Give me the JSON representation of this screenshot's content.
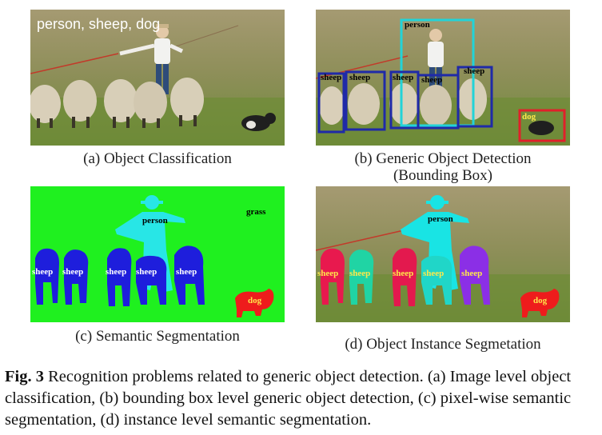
{
  "panels": {
    "a": {
      "overlay_text": "person, sheep, dog",
      "caption": "(a) Object Classification"
    },
    "b": {
      "labels": [
        "person",
        "sheep",
        "sheep",
        "sheep",
        "sheep",
        "sheep",
        "dog"
      ],
      "caption_line1": "(b) Generic Object Detection",
      "caption_line2": "(Bounding Box)",
      "colors": {
        "person_box": "#22d3d8",
        "sheep_box": "#1f2aa8",
        "dog_box": "#e0202a"
      }
    },
    "c": {
      "labels": [
        "grass",
        "person",
        "sheep",
        "sheep",
        "sheep",
        "sheep",
        "sheep",
        "dog"
      ],
      "caption": "(c) Semantic Segmentation",
      "colors": {
        "grass": "#1ff01f",
        "person": "#28e6e6",
        "sheep": "#1e1edc",
        "dog": "#ee1c1c"
      }
    },
    "d": {
      "labels": [
        "person",
        "sheep",
        "sheep",
        "sheep",
        "sheep",
        "sheep",
        "dog"
      ],
      "caption": "(d) Object Instance Segmetation",
      "colors": {
        "person": "#19e4e4",
        "sheep1": "#e8194e",
        "sheep2": "#20d4a4",
        "sheep3": "#e3194e",
        "sheep4": "#20d6c8",
        "sheep5": "#8b2fe6",
        "dog": "#ee1c1c"
      }
    }
  },
  "figure_caption": {
    "label": "Fig. 3",
    "text": " Recognition problems related to generic object detection. (a) Image level object classification, (b) bounding box level generic object detection, (c) pixel-wise semantic segmentation, (d) instance level semantic segmentation."
  }
}
